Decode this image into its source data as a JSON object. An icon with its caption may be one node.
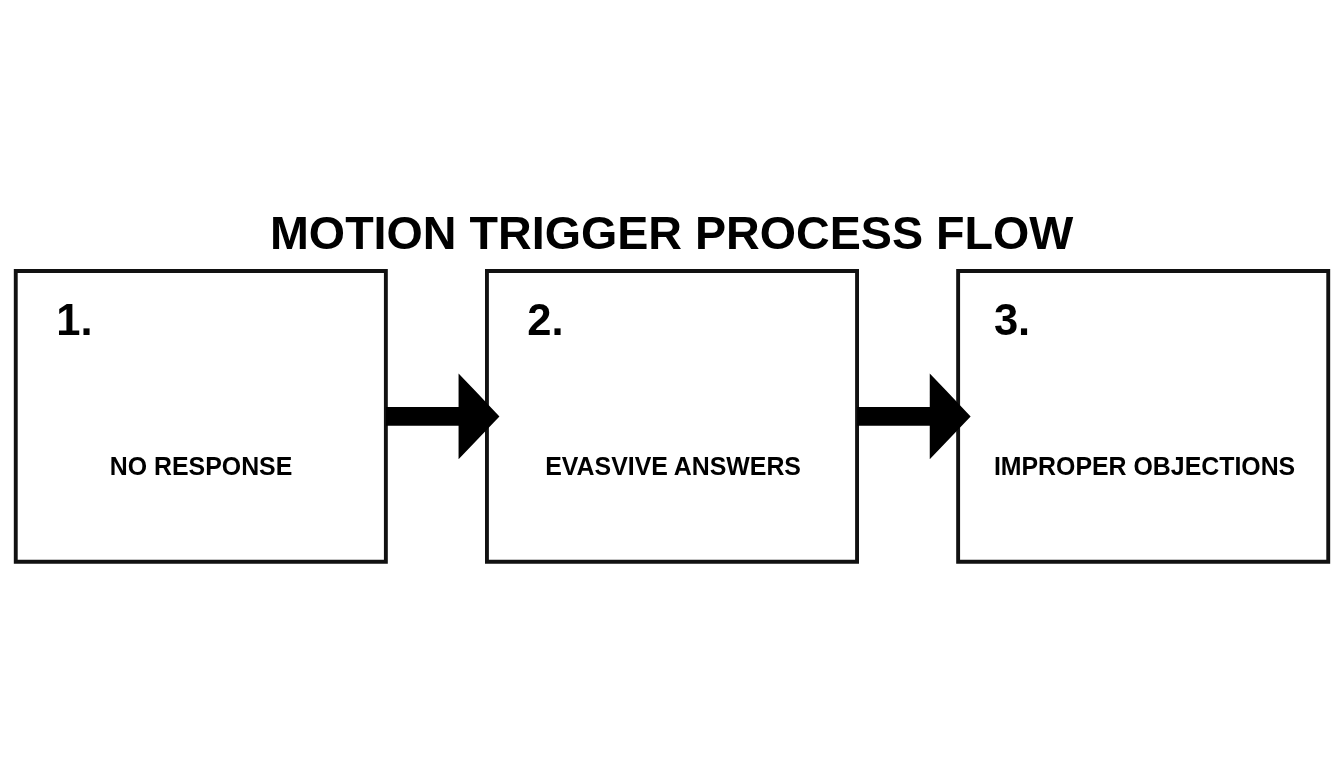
{
  "diagram": {
    "title": "MOTION TRIGGER PROCESS FLOW",
    "nodes": [
      {
        "text": [
          "1.",
          "NO RESPONSE"
        ]
      },
      {
        "text": [
          "2.",
          "EVASVIVE ANSWERS"
        ]
      },
      {
        "text": [
          "3.",
          "IMPROPER OBJECTIONS"
        ]
      }
    ],
    "edges": [
      {
        "from": 0,
        "to": 1,
        "arrow": "to"
      },
      {
        "from": 1,
        "to": 2,
        "arrow": "to"
      }
    ]
  }
}
